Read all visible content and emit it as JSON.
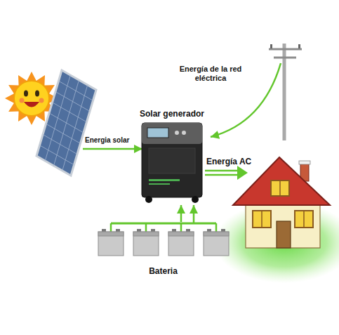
{
  "diagram": {
    "nodes": [
      {
        "text": [
          "Solar generador"
        ]
      },
      {
        "text": [
          "Bateria"
        ]
      }
    ],
    "edges": [
      {
        "from": 1,
        "to": 0,
        "arrow": "to"
      }
    ],
    "labels": [
      "Energia solar",
      "Energía de la red eléctrica",
      "Energía AC"
    ]
  }
}
